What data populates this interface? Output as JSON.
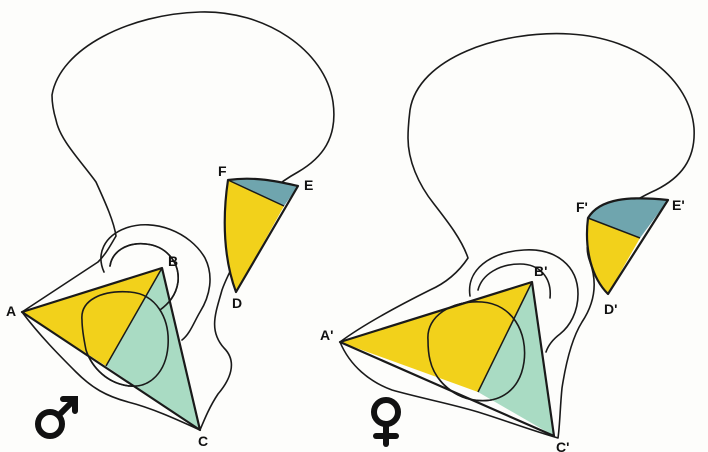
{
  "colors": {
    "yellow": "#f2d11b",
    "green": "#a9dbc3",
    "blue": "#6fa5ae",
    "line": "#1a1a1a"
  },
  "male": {
    "symbol_icon": "male-symbol-icon",
    "labels": {
      "A": "A",
      "B": "B",
      "C": "C",
      "D": "D",
      "E": "E",
      "F": "F"
    }
  },
  "female": {
    "symbol_icon": "female-symbol-icon",
    "labels": {
      "A": "A'",
      "B": "B'",
      "C": "C'",
      "D": "D'",
      "E": "E'",
      "F": "F'"
    }
  }
}
